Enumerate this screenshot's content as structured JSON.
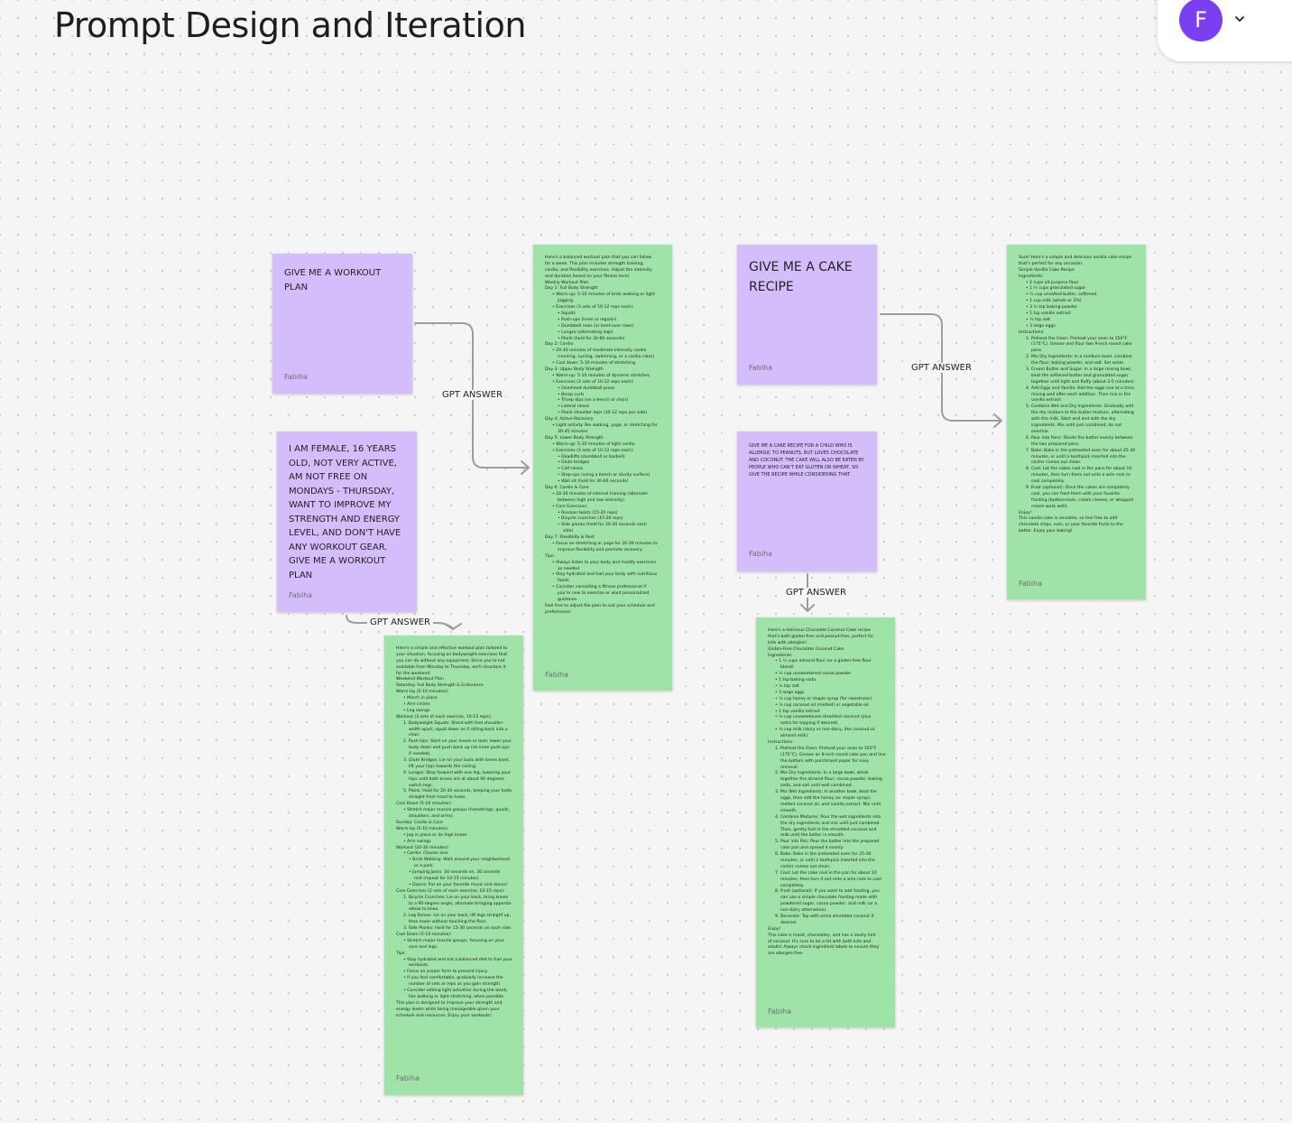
{
  "board": {
    "title": "Prompt Design and Iteration"
  },
  "account": {
    "avatar_initial": "F"
  },
  "connectors": {
    "label": "GPT ANSWER"
  },
  "notes": {
    "workout_prompt": {
      "text": "GIVE ME A WORKOUT PLAN",
      "author": "Fabiha"
    },
    "workout_prompt_detailed": {
      "text": "I AM FEMALE, 16 YEARS OLD, NOT VERY ACTIVE, AM NOT FREE ON MONDAYS - THURSDAY, WANT TO IMPROVE MY STRENGTH AND ENERGY LEVEL, AND DON'T HAVE ANY WORKOUT GEAR. GIVE ME A WORKOUT PLAN",
      "author": "Fabiha"
    },
    "cake_prompt": {
      "text": "GIVE ME A CAKE RECIPE",
      "author": "Fabiha"
    },
    "cake_prompt_detailed": {
      "text": "GIVE ME A CAKE RECIPE FOR A CHILD WHO IS ALLERGIC TO PEANUTS, BUT LOVES CHOCOLATE AND COCONUT. THE CAKE WILL ALSO BE EATEN BY PEOPLE WHO CAN'T EAT GLUTEN OR WHEAT, SO GIVE THE RECIPE WHILE CONSIDERING THAT",
      "author": "Fabiha"
    },
    "workout_answer": {
      "author": "Fabiha",
      "lines": [
        "Here's a balanced workout plan that you can follow",
        "for a week. This plan includes strength training,",
        "cardio, and flexibility exercises. Adjust the intensity",
        "and duration based on your fitness level.",
        "Weekly Workout Plan",
        "Day 1: Full Body Strength",
        "• Warm-up: 5-10 minutes of brisk walking or light",
        "  jogging",
        "• Exercises (3 sets of 10-12 reps each):",
        "  • Squats",
        "  • Push-ups (knee or regular)",
        "  • Dumbbell rows (or bent-over rows)",
        "  • Lunges (alternating legs)",
        "  • Plank (hold for 30-60 seconds)",
        "Day 2: Cardio",
        "• 20-30 minutes of moderate-intensity cardio",
        "  (running, cycling, swimming, or a cardio class)",
        "• Cool down: 5-10 minutes of stretching",
        "Day 3: Upper Body Strength",
        "• Warm-up: 5-10 minutes of dynamic stretches",
        "• Exercises (3 sets of 10-12 reps each):",
        "  • Overhead dumbbell press",
        "  • Bicep curls",
        "  • Tricep dips (on a bench or chair)",
        "  • Lateral raises",
        "  • Plank shoulder taps (10-12 reps per side)",
        "Day 4: Active Recovery",
        "• Light activity like walking, yoga, or stretching for",
        "  30-45 minutes",
        "Day 5: Lower Body Strength",
        "• Warm-up: 5-10 minutes of light cardio",
        "• Exercises (3 sets of 10-12 reps each):",
        "  • Deadlifts (dumbbell or barbell)",
        "  • Glute bridges",
        "  • Calf raises",
        "  • Step-ups (using a bench or sturdy surface)",
        "  • Wall sit (hold for 30-60 seconds)",
        "Day 6: Cardio & Core",
        "• 20-30 minutes of interval training (alternate",
        "  between high and low intensity)",
        "• Core Exercises:",
        "  • Russian twists (15-20 reps)",
        "  • Bicycle crunches (15-20 reps)",
        "  • Side planks (hold for 20-30 seconds each",
        "    side)",
        "Day 7: Flexibility & Rest",
        "• Focus on stretching or yoga for 20-30 minutes to",
        "  improve flexibility and promote recovery.",
        "Tips:",
        "• Always listen to your body and modify exercises",
        "  as needed.",
        "• Stay hydrated and fuel your body with nutritious",
        "  foods.",
        "• Consider consulting a fitness professional if",
        "  you're new to exercise or want personalized",
        "  guidance.",
        "Feel free to adjust the plan to suit your schedule and",
        "preferences!"
      ]
    },
    "workout_answer_detailed": {
      "author": "Fabiha",
      "lines": [
        "Here's a simple and effective workout plan tailored to",
        "your situation, focusing on bodyweight exercises that",
        "you can do without any equipment. Since you're not",
        "available from Monday to Thursday, we'll structure it",
        "for the weekend.",
        "Weekend Workout Plan",
        "Saturday: Full Body Strength & Endurance",
        "Warm-Up (5-10 minutes):",
        "• March in place",
        "• Arm circles",
        "• Leg swings",
        "Workout (3 sets of each exercise, 10-15 reps):",
        "1. Bodyweight Squats: Stand with feet shoulder-",
        "   width apart, squat down as if sitting back into a",
        "   chair.",
        "2. Push-Ups: Start on your knees or toes; lower your",
        "   body down and push back up (do knee push-ups",
        "   if needed).",
        "3. Glute Bridges: Lie on your back with knees bent,",
        "   lift your hips towards the ceiling.",
        "4. Lunges: Step forward with one leg, lowering your",
        "   hips until both knees are at about 90 degrees;",
        "   switch legs.",
        "5. Plank: Hold for 20-30 seconds, keeping your body",
        "   straight from head to heels.",
        "Cool Down (5-10 minutes):",
        "• Stretch major muscle groups (hamstrings, quads,",
        "  shoulders, and arms).",
        "Sunday: Cardio & Core",
        "Warm-Up (5-10 minutes):",
        "• Jog in place or do high knees",
        "• Arm swings",
        "Workout (20-30 minutes):",
        "• Cardio: Choose one:",
        "  • Brisk Walking: Walk around your neighborhood",
        "    or a park.",
        "  • Jumping Jacks: 30 seconds on, 30 seconds",
        "    rest (repeat for 10-15 minutes).",
        "  • Dance: Put on your favorite music and dance!",
        "Core Exercises (2 sets of each exercise, 10-15 reps):",
        "1. Bicycle Crunches: Lie on your back, bring knees",
        "   to a 90-degree angle, alternate bringing opposite",
        "   elbow to knee.",
        "2. Leg Raises: Lie on your back, lift legs straight up,",
        "   then lower without touching the floor.",
        "3. Side Planks: Hold for 15-30 seconds on each side.",
        "Cool Down (5-10 minutes):",
        "• Stretch major muscle groups, focusing on your",
        "  core and legs.",
        "Tips:",
        "• Stay hydrated and eat a balanced diet to fuel your",
        "  workouts.",
        "• Focus on proper form to prevent injury.",
        "• If you feel comfortable, gradually increase the",
        "  number of sets or reps as you gain strength.",
        "• Consider adding light activities during the week,",
        "  like walking or light stretching, when possible.",
        "This plan is designed to improve your strength and",
        "energy levels while being manageable given your",
        "schedule and resources. Enjoy your workouts!"
      ]
    },
    "cake_answer": {
      "author": "Fabiha",
      "lines": [
        "Sure! Here's a simple and delicious vanilla cake recipe",
        "that's perfect for any occasion.",
        "Simple Vanilla Cake Recipe",
        "Ingredients:",
        "• 2 cups all-purpose flour",
        "• 1 ½ cups granulated sugar",
        "• ½ cup unsalted butter, softened",
        "• 1 cup milk (whole or 2%)",
        "• 3 ½ tsp baking powder",
        "• 1 tsp vanilla extract",
        "• ½ tsp salt",
        "• 3 large eggs",
        "Instructions:",
        "1. Preheat the Oven: Preheat your oven to 350°F",
        "   (175°C). Grease and flour two 9-inch round cake",
        "   pans.",
        "2. Mix Dry Ingredients: In a medium bowl, combine",
        "   the flour, baking powder, and salt. Set aside.",
        "3. Cream Butter and Sugar: In a large mixing bowl,",
        "   beat the softened butter and granulated sugar",
        "   together until light and fluffy (about 3-5 minutes).",
        "4. Add Eggs and Vanilla: Add the eggs one at a time,",
        "   mixing well after each addition. Then mix in the",
        "   vanilla extract.",
        "5. Combine Wet and Dry Ingredients: Gradually add",
        "   the dry mixture to the butter mixture, alternating",
        "   with the milk. Start and end with the dry",
        "   ingredients. Mix until just combined; do not",
        "   overmix.",
        "6. Pour into Pans: Divide the batter evenly between",
        "   the two prepared pans.",
        "7. Bake: Bake in the preheated oven for about 25-30",
        "   minutes, or until a toothpick inserted into the",
        "   center comes out clean.",
        "8. Cool: Let the cakes cool in the pans for about 10",
        "   minutes, then turn them out onto a wire rack to",
        "   cool completely.",
        "9. Frost (optional): Once the cakes are completely",
        "   cool, you can frost them with your favorite",
        "   frosting (buttercream, cream cheese, or whipped",
        "   cream work well).",
        "Enjoy!",
        "This vanilla cake is versatile, so feel free to add",
        "chocolate chips, nuts, or your favorite fruits to the",
        "batter. Enjoy your baking!"
      ]
    },
    "cake_answer_detailed": {
      "author": "Fabiha",
      "lines": [
        "Here's a delicious Chocolate Coconut Cake recipe",
        "that's both gluten-free and peanut-free, perfect for",
        "kids with allergies!",
        "Gluten-Free Chocolate Coconut Cake",
        "Ingredients:",
        "• 1 ½ cups almond flour (or a gluten-free flour",
        "  blend)",
        "• ½ cup unsweetened cocoa powder",
        "• 1 tsp baking soda",
        "• ½ tsp salt",
        "• 3 large eggs",
        "• ½ cup honey or maple syrup (for sweetness)",
        "• ½ cup coconut oil (melted) or vegetable oil",
        "• 1 tsp vanilla extract",
        "• ½ cup unsweetened shredded coconut (plus",
        "  extra for topping if desired)",
        "• ½ cup milk (dairy or non-dairy, like coconut or",
        "  almond milk)",
        "Instructions:",
        "1. Preheat the Oven: Preheat your oven to 350°F",
        "   (175°C). Grease an 8-inch round cake pan and line",
        "   the bottom with parchment paper for easy",
        "   removal.",
        "2. Mix Dry Ingredients: In a large bowl, whisk",
        "   together the almond flour, cocoa powder, baking",
        "   soda, and salt until well combined.",
        "3. Mix Wet Ingredients: In another bowl, beat the",
        "   eggs, then add the honey (or maple syrup),",
        "   melted coconut oil, and vanilla extract. Mix until",
        "   smooth.",
        "4. Combine Mixtures: Pour the wet ingredients into",
        "   the dry ingredients and mix until just combined.",
        "   Then, gently fold in the shredded coconut and",
        "   milk until the batter is smooth.",
        "5. Pour into Pan: Pour the batter into the prepared",
        "   cake pan and spread it evenly.",
        "6. Bake: Bake in the preheated oven for 25-30",
        "   minutes, or until a toothpick inserted into the",
        "   center comes out clean.",
        "7. Cool: Let the cake cool in the pan for about 10",
        "   minutes, then turn it out onto a wire rack to cool",
        "   completely.",
        "8. Frost (optional): If you want to add frosting, you",
        "   can use a simple chocolate frosting made with",
        "   powdered sugar, cocoa powder, and milk (or a",
        "   non-dairy alternative).",
        "9. Decorate: Top with extra shredded coconut if",
        "   desired.",
        "Enjoy!",
        "This cake is moist, chocolatey, and has a lovely hint",
        "of coconut. It's sure to be a hit with both kids and",
        "adults! Always check ingredient labels to ensure they",
        "are allergen-free."
      ]
    }
  }
}
